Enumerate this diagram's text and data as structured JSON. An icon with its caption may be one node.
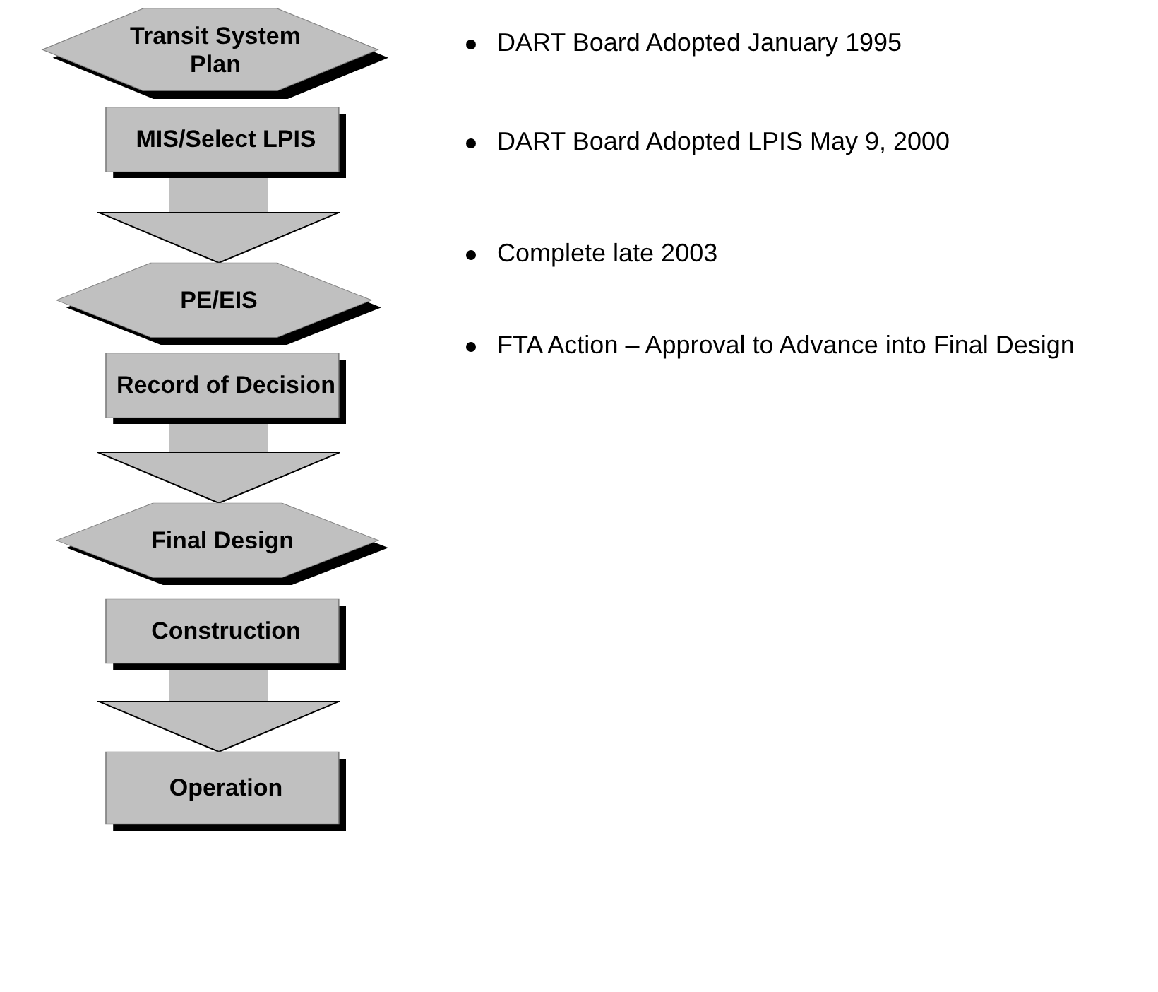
{
  "diagram": {
    "nodes": [
      {
        "text": [
          "Transit System Plan"
        ]
      },
      {
        "text": [
          "MIS/Select LPIS"
        ]
      },
      {
        "text": [
          "PE/EIS"
        ]
      },
      {
        "text": [
          "Record of Decision"
        ]
      },
      {
        "text": [
          "Final Design"
        ]
      },
      {
        "text": [
          "Construction"
        ]
      },
      {
        "text": [
          "Operation"
        ]
      }
    ],
    "edges": [
      {
        "from": 1,
        "to": 2,
        "arrow": "to"
      },
      {
        "from": 3,
        "to": 4,
        "arrow": "to"
      },
      {
        "from": 5,
        "to": 6,
        "arrow": "to"
      }
    ],
    "labels": [
      "DART Board Adopted January 1995",
      "DART Board Adopted LPIS May 9, 2000",
      "Complete late 2003",
      "FTA Action – Approval to Advance into Final Design"
    ]
  }
}
